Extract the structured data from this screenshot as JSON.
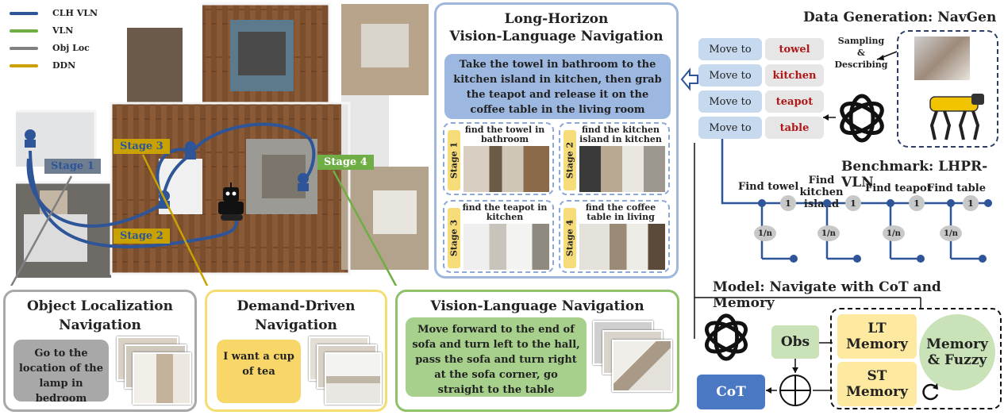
{
  "legend": [
    {
      "label": "CLH VLN",
      "color": "#2e5597"
    },
    {
      "label": "VLN",
      "color": "#6fae45"
    },
    {
      "label": "Obj Loc",
      "color": "#808080"
    },
    {
      "label": "DDN",
      "color": "#c9a100"
    }
  ],
  "map_stages": {
    "stage1": "Stage 1",
    "stage2": "Stage 2",
    "stage3": "Stage 3",
    "stage4": "Stage 4"
  },
  "lhvln": {
    "title_line1": "Long-Horizon",
    "title_line2": "Vision-Language Navigation",
    "instruction": "Take the towel in bathroom to the kitchen island in kitchen, then grab the teapot and release it on the coffee table in the living room",
    "stages": [
      {
        "tag": "Stage 1",
        "caption": "find the towel in bathroom"
      },
      {
        "tag": "Stage 2",
        "caption": "find the kitchen island in kitchen"
      },
      {
        "tag": "Stage 3",
        "caption": "find the teapot in kitchen"
      },
      {
        "tag": "Stage 4",
        "caption": "find the coffee table in living room"
      }
    ]
  },
  "navgen": {
    "title": "Data Generation: NavGen",
    "move_label": "Move to",
    "targets": [
      "towel",
      "kitchen",
      "teapot",
      "table"
    ],
    "sampling_line1": "Sampling",
    "sampling_line2": "&",
    "sampling_line3": "Describing"
  },
  "benchmark": {
    "title": "Benchmark: LHPR-VLN",
    "steps": [
      "Find towel",
      "Find kitchen island",
      "Find teapot",
      "Find table"
    ],
    "weight_one": "1",
    "weight_frac": "1/n"
  },
  "model": {
    "title": "Model: Navigate with CoT and Memory",
    "obs": "Obs",
    "cot": "CoT",
    "lt_memory_line1": "LT",
    "lt_memory_line2": "Memory",
    "st_memory_line1": "ST",
    "st_memory_line2": "Memory",
    "fuzzy_line1": "Memory",
    "fuzzy_line2": "& Fuzzy"
  },
  "objloc": {
    "title_line1": "Object Localization",
    "title_line2": "Navigation",
    "instruction": "Go to the location of the lamp in bedroom"
  },
  "ddn": {
    "title_line1": "Demand-Driven",
    "title_line2": "Navigation",
    "instruction": "I want a cup of tea"
  },
  "vln": {
    "title": "Vision-Language Navigation",
    "instruction": "Move forward to the end of sofa and turn left to the hall, pass the sofa and turn right at the sofa corner, go straight to the table"
  }
}
